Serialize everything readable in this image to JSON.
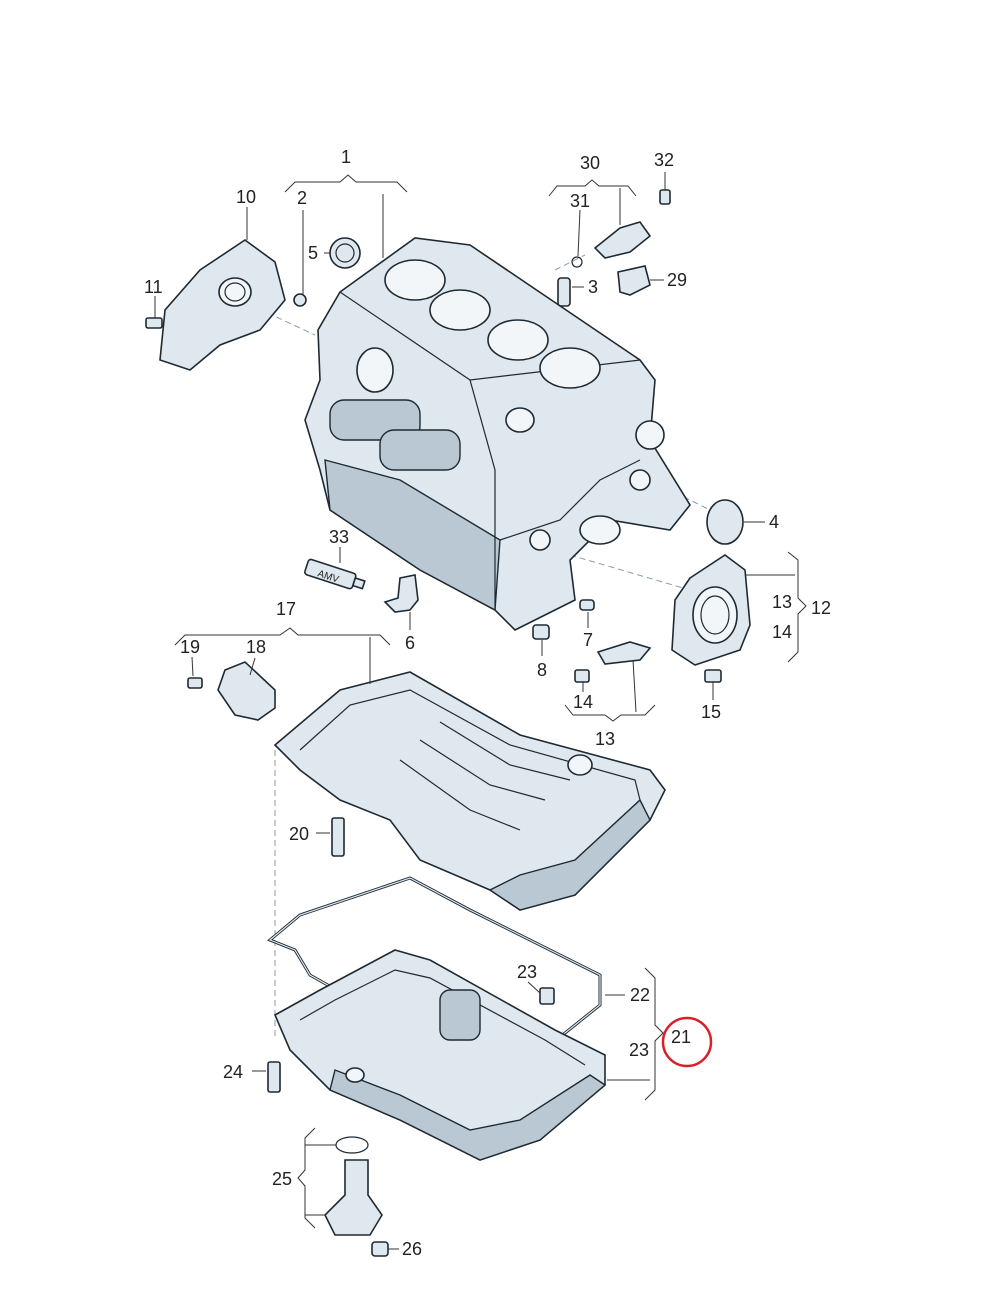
{
  "diagram": {
    "highlight_color": "#d9202a",
    "line_color": "#333333",
    "part_fill": "#dfe8ee",
    "callouts": {
      "c1": "1",
      "c2": "2",
      "c3": "3",
      "c4": "4",
      "c5": "5",
      "c6": "6",
      "c7": "7",
      "c8": "8",
      "c10": "10",
      "c11": "11",
      "c12": "12",
      "c13a": "13",
      "c13b": "13",
      "c14a": "14",
      "c14b": "14",
      "c15": "15",
      "c17": "17",
      "c18": "18",
      "c19": "19",
      "c20": "20",
      "c21": "21",
      "c22": "22",
      "c23a": "23",
      "c23b": "23",
      "c24": "24",
      "c25": "25",
      "c26": "26",
      "c29": "29",
      "c30": "30",
      "c31": "31",
      "c32": "32",
      "c33": "33"
    },
    "tube_label": "AMV"
  }
}
